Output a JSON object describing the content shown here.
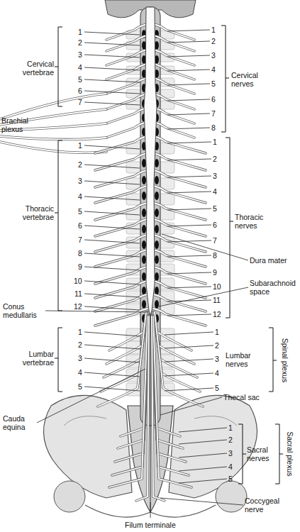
{
  "diagram": {
    "labels": [
      "Cervical vertebrae",
      "1",
      "2",
      "3",
      "4",
      "5",
      "6",
      "7",
      "Cervical nerves",
      "1",
      "2",
      "3",
      "4",
      "5",
      "6",
      "7",
      "8",
      "Brachial plexus",
      "Thoracic vertebrae",
      "1",
      "2",
      "3",
      "4",
      "5",
      "6",
      "7",
      "8",
      "9",
      "10",
      "11",
      "12",
      "Thoracic nerves",
      "1",
      "2",
      "3",
      "4",
      "5",
      "6",
      "7",
      "8",
      "9",
      "10",
      "11",
      "12",
      "Dura mater",
      "Subarachnoid space",
      "Conus medullaris",
      "Lumbar vertebrae",
      "1",
      "2",
      "3",
      "4",
      "5",
      "Lumbar nerves",
      "1",
      "2",
      "3",
      "4",
      "5",
      "Spinal plexus",
      "Thecal sac",
      "Cauda equina",
      "Sacral nerves",
      "1",
      "2",
      "3",
      "4",
      "5",
      "Sacral plexus",
      "Coccygeal nerve",
      "Filum terminale"
    ]
  }
}
